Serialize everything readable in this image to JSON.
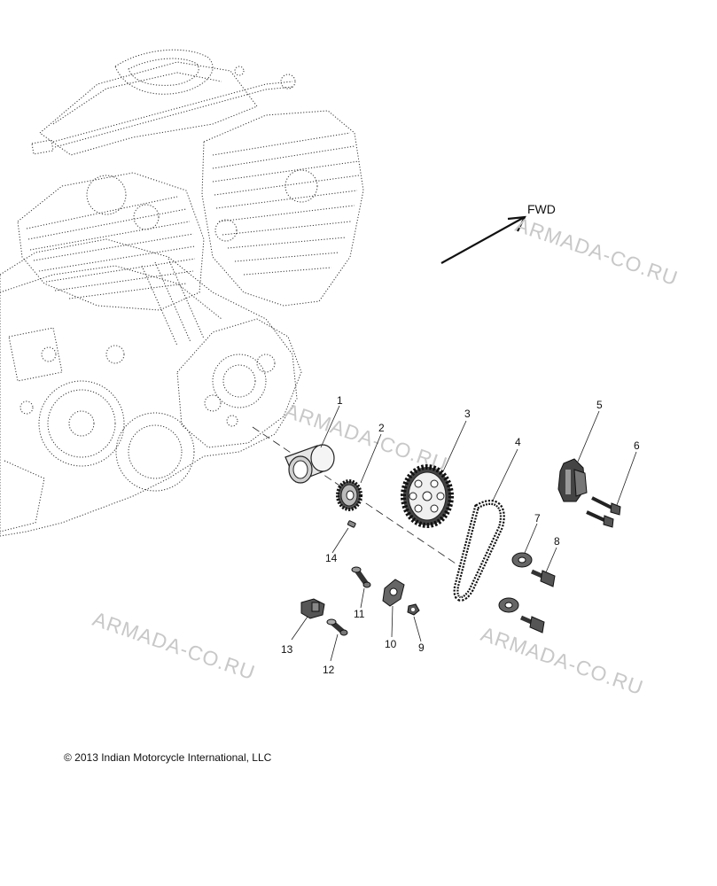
{
  "direction_label": "FWD",
  "watermark": "ARMADA-CO.RU",
  "copyright": "© 2013 Indian Motorcycle International, LLC",
  "callouts": [
    "1",
    "2",
    "3",
    "4",
    "5",
    "6",
    "7",
    "8",
    "9",
    "10",
    "11",
    "12",
    "13",
    "14"
  ]
}
